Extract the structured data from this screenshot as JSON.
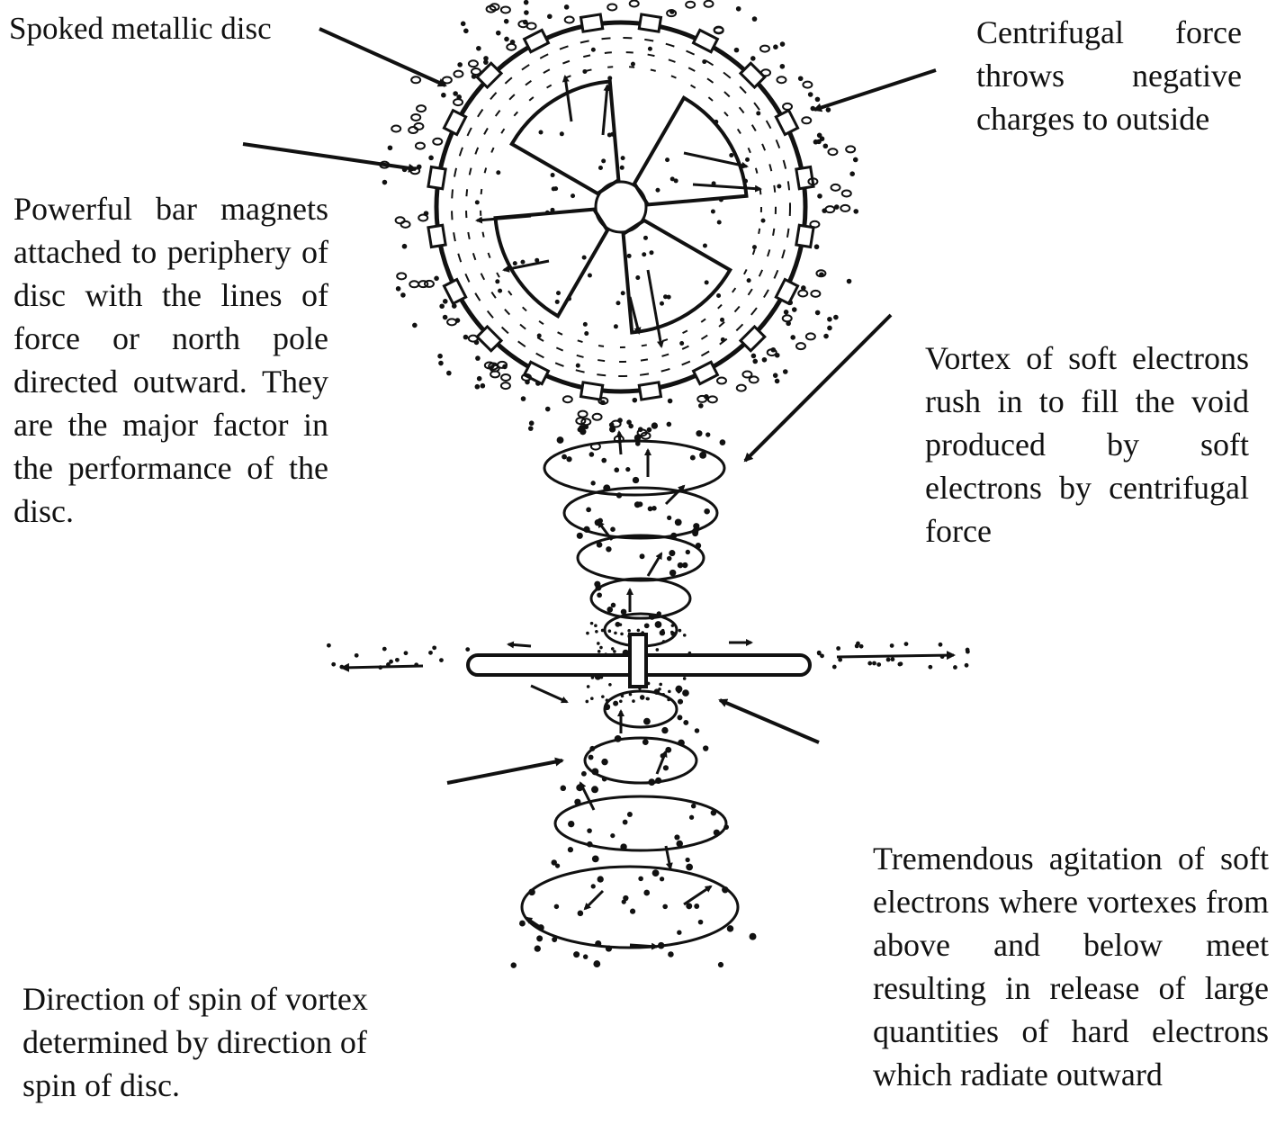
{
  "labels": {
    "spoked_disc": "Spoked metallic disc",
    "centrifugal": "Centrifugal force throws negative charges to outside",
    "magnets": "Powerful bar magnets attached to periphery of disc with the lines of force or north pole directed outward. They are the major factor in the performance of the disc.",
    "vortex": "Vortex of soft electrons rush in to fill the void produced by soft electrons by centrifugal force",
    "agitation": "Tremendous agitation of soft electrons where vortexes from above and below meet resulting in release of large quantities of hard electrons which radiate outward",
    "spin": "Direction of spin of vortex determined by direction of spin of disc."
  },
  "colors": {
    "ink": "#111111",
    "paper": "#ffffff"
  }
}
